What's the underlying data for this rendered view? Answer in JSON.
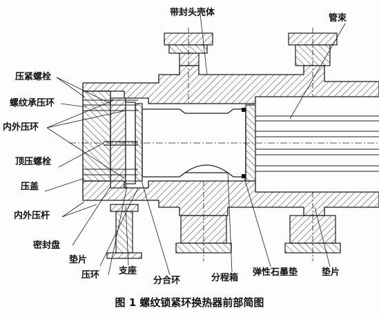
{
  "caption": "图 1  螺纹锁紧环换热器前部简图",
  "labels": {
    "shell_with_head": "带封头壳体",
    "tube_bundle": "管束",
    "compression_bolt": "压紧螺栓",
    "threaded_ring": "螺纹承压环",
    "inner_outer_ring": "内外压环",
    "jacking_bolt": "顶压螺栓",
    "gland_cover": "压盖",
    "inner_outer_rod": "内外压杆",
    "seal_disc": "密封盘",
    "gasket_left": "垫片",
    "press_ring": "压环",
    "support": "支座",
    "split_ring": "分合环",
    "pass_box": "分程箱",
    "graphite_gasket": "弹性石墨垫",
    "gasket_right": "垫片"
  },
  "colors": {
    "line": "#1a1a1a",
    "hatch": "#333333",
    "background": "#fdfdfb"
  }
}
